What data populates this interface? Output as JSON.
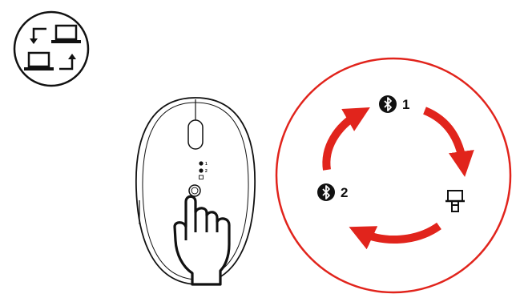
{
  "cycle": {
    "bt1_number": "1",
    "bt2_number": "2",
    "icons": [
      "bluetooth-icon",
      "bluetooth-icon",
      "usb-receiver-icon"
    ],
    "arrow_color": "#e1241c",
    "circle_color": "#e1241c"
  },
  "mouse": {
    "indicator_1": "1",
    "indicator_2": "2"
  },
  "switch_badge": {
    "icon": "device-switch-icon"
  }
}
